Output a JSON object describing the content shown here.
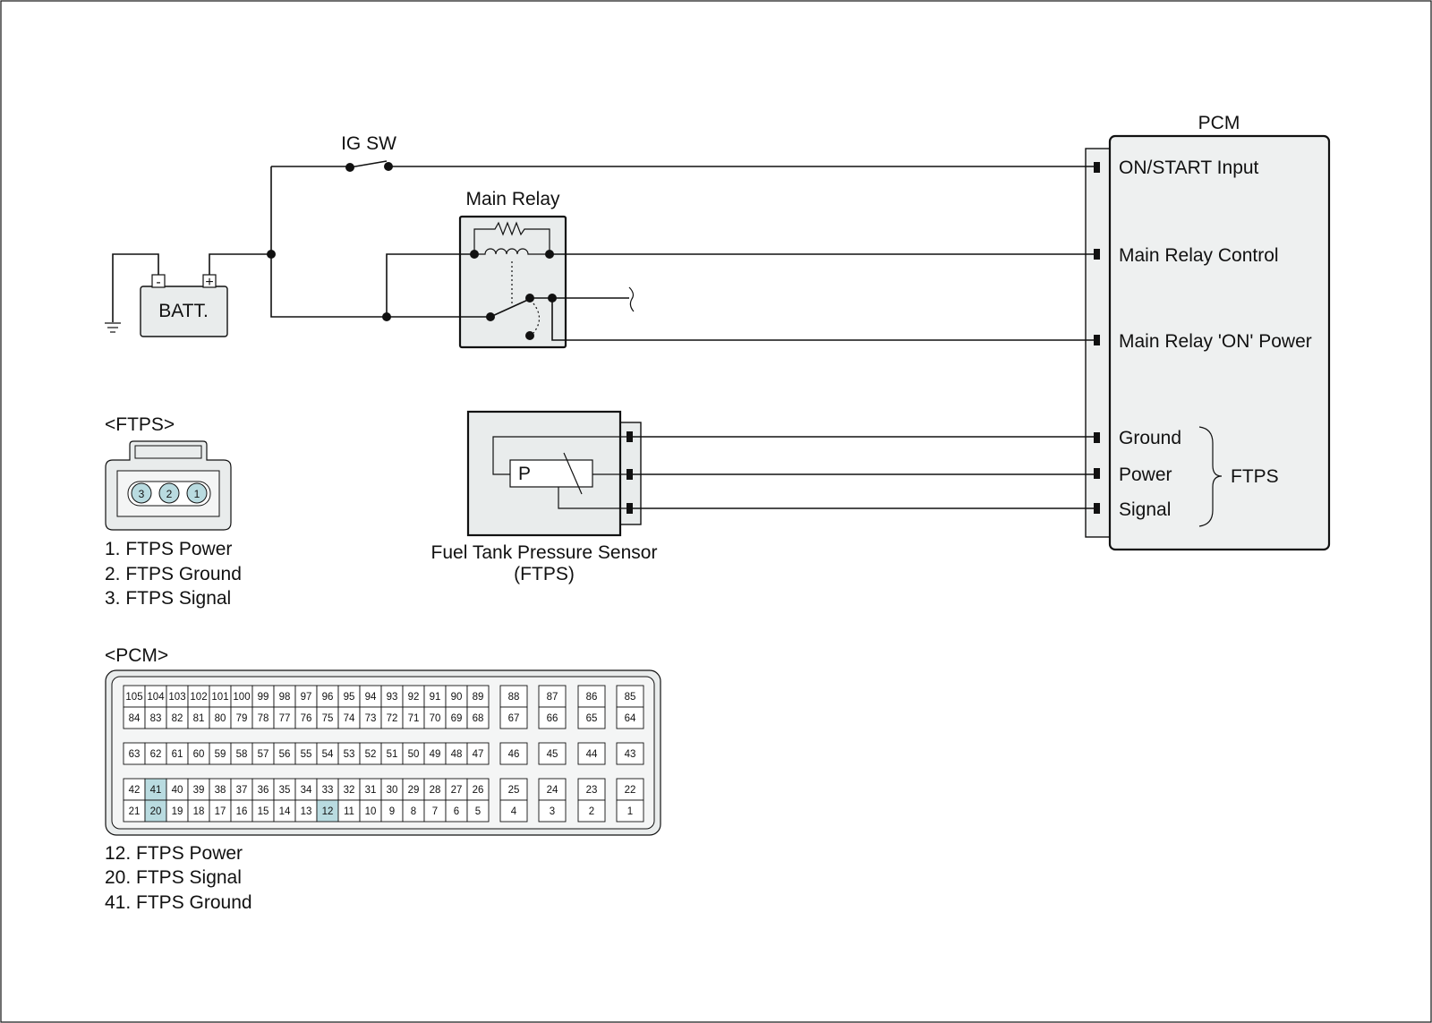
{
  "colors": {
    "box_fill": "#e9ecec",
    "pcm_fill": "#eef0f0",
    "pin_highlight": "#b9dbe0",
    "line": "#111111"
  },
  "labels": {
    "ig_sw": "IG SW",
    "main_relay": "Main Relay",
    "batt": "BATT.",
    "batt_minus": "-",
    "batt_plus": "+",
    "pcm_title": "PCM",
    "sensor_p": "P",
    "sensor_name_line1": "Fuel Tank Pressure Sensor",
    "sensor_name_line2": "(FTPS)",
    "brace_label": "FTPS"
  },
  "pcm_terminals": [
    {
      "id": "on_start",
      "label": "ON/START Input"
    },
    {
      "id": "relay_control",
      "label": "Main Relay Control"
    },
    {
      "id": "relay_power",
      "label": "Main Relay 'ON' Power"
    },
    {
      "id": "ground",
      "label": "Ground"
    },
    {
      "id": "power",
      "label": "Power"
    },
    {
      "id": "signal",
      "label": "Signal"
    }
  ],
  "ftps_connector": {
    "title": "<FTPS>",
    "pins": [
      "3",
      "2",
      "1"
    ],
    "legend": [
      "1. FTPS Power",
      "2. FTPS Ground",
      "3. FTPS Signal"
    ]
  },
  "pcm_connector": {
    "title": "<PCM>",
    "main_rows": [
      [
        "105",
        "104",
        "103",
        "102",
        "101",
        "100",
        "99",
        "98",
        "97",
        "96",
        "95",
        "94",
        "93",
        "92",
        "91",
        "90",
        "89"
      ],
      [
        "84",
        "83",
        "82",
        "81",
        "80",
        "79",
        "78",
        "77",
        "76",
        "75",
        "74",
        "73",
        "72",
        "71",
        "70",
        "69",
        "68"
      ],
      [
        "63",
        "62",
        "61",
        "60",
        "59",
        "58",
        "57",
        "56",
        "55",
        "54",
        "53",
        "52",
        "51",
        "50",
        "49",
        "48",
        "47"
      ],
      [
        "42",
        "41",
        "40",
        "39",
        "38",
        "37",
        "36",
        "35",
        "34",
        "33",
        "32",
        "31",
        "30",
        "29",
        "28",
        "27",
        "26"
      ],
      [
        "21",
        "20",
        "19",
        "18",
        "17",
        "16",
        "15",
        "14",
        "13",
        "12",
        "11",
        "10",
        "9",
        "8",
        "7",
        "6",
        "5"
      ]
    ],
    "side_rows": [
      [
        "88",
        "87",
        "86",
        "85"
      ],
      [
        "67",
        "66",
        "65",
        "64"
      ],
      [
        "46",
        "45",
        "44",
        "43"
      ],
      [
        "25",
        "24",
        "23",
        "22"
      ],
      [
        "4",
        "3",
        "2",
        "1"
      ]
    ],
    "highlighted": [
      "41",
      "20",
      "12"
    ],
    "legend": [
      "12. FTPS Power",
      "20. FTPS Signal",
      "41. FTPS Ground"
    ]
  }
}
